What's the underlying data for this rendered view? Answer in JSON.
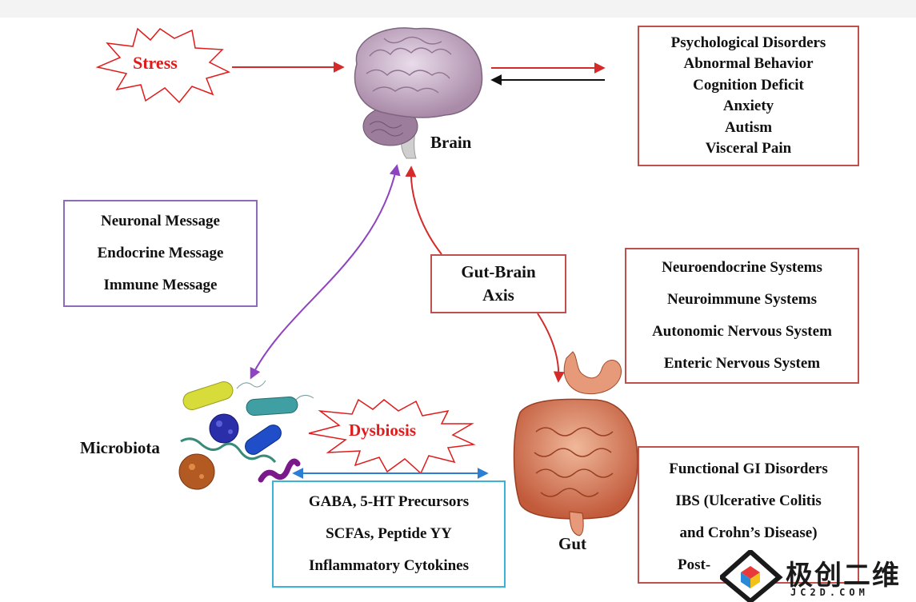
{
  "stress_label": "Stress",
  "brain_label": "Brain",
  "brain_effects": [
    "Psychological Disorders",
    "Abnormal Behavior",
    "Cognition Deficit",
    "Anxiety",
    "Autism",
    "Visceral Pain"
  ],
  "messages": [
    "Neuronal Message",
    "Endocrine Message",
    "Immune Message"
  ],
  "axis_label": [
    "Gut-Brain",
    "Axis"
  ],
  "systems": [
    "Neuroendocrine Systems",
    "Neuroimmune Systems",
    "Autonomic Nervous System",
    "Enteric Nervous System"
  ],
  "microbiota_label": "Microbiota",
  "dysbiosis_label": "Dysbiosis",
  "metabolites": [
    "GABA, 5-HT Precursors",
    "SCFAs, Peptide YY",
    "Inflammatory Cytokines"
  ],
  "gut_label": "Gut",
  "gi_disorders": [
    "Functional GI Disorders",
    "IBS  (Ulcerative Colitis",
    "and Crohn’s Disease)",
    "Post-"
  ],
  "watermark": {
    "chinese": "极创二维",
    "english": "JC2D.COM"
  },
  "colors": {
    "red": "#d42a2a",
    "purple": "#8e44c0",
    "blue": "#2a7fd4",
    "box_red": "#c0504d",
    "box_purple": "#8e6bb8",
    "box_cyan": "#3bb3d6"
  }
}
